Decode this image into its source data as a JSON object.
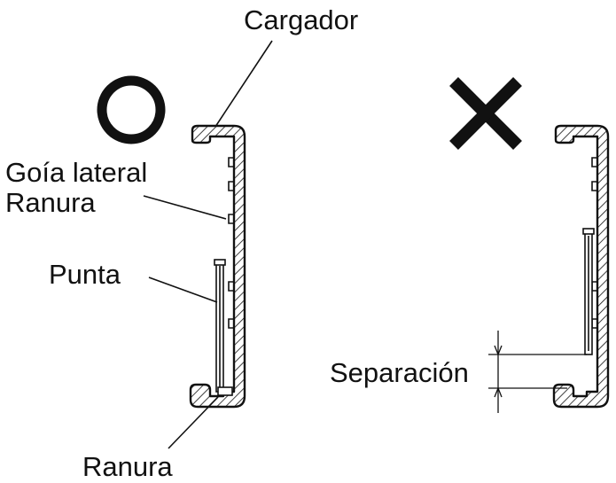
{
  "labels": {
    "cargador": "Cargador",
    "guia_lateral_1": "Goía lateral",
    "guia_lateral_2": "Ranura",
    "punta": "Punta",
    "ranura_bottom": "Ranura",
    "separacion": "Separación"
  },
  "symbols": {
    "correct": "circle-o",
    "incorrect": "cross-x"
  },
  "colors": {
    "ink": "#111111",
    "background": "#ffffff"
  }
}
